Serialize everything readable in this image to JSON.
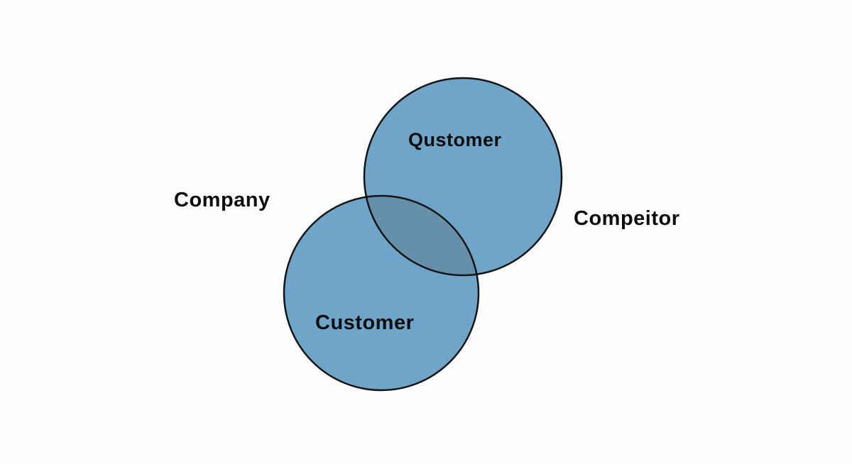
{
  "diagram": {
    "type": "venn",
    "labels": {
      "company": "Company",
      "competitor": "Compeitor",
      "top_circle": "Qustomer",
      "bottom_circle": "Customer"
    },
    "colors": {
      "circle_fill": "#6fa5c8",
      "overlap_fill": "#6690aa",
      "outline": "#141414",
      "background": "#fcfcfc",
      "text": "#0d0d0d"
    }
  }
}
